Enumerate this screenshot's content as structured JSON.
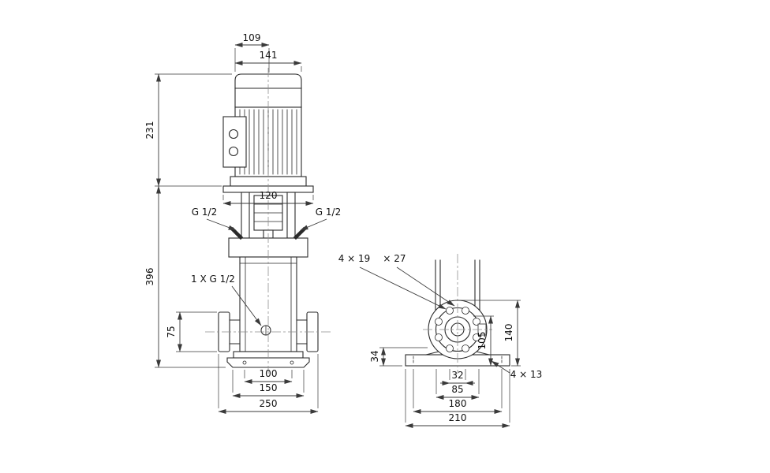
{
  "front_view": {
    "dims": {
      "motor_depth": "109",
      "motor_width": "141",
      "motor_height": "231",
      "head_width": "120",
      "pump_height": "396",
      "flange_height": "75",
      "base_holes_span": "100",
      "base_width": "150",
      "port_span": "250"
    },
    "labels": {
      "port_left": "G 1/2",
      "port_right": "G 1/2",
      "drain": "1 X G 1/2"
    }
  },
  "side_view": {
    "dims": {
      "base_edge": "34",
      "face_height": "105",
      "flange_top": "140",
      "slot_width": "32",
      "port_width": "85",
      "base_holes_span": "180",
      "base_length": "210"
    },
    "labels": {
      "flange_holes": "4 × 19",
      "hole_depth": "× 27",
      "base_holes": "4 × 13"
    }
  }
}
